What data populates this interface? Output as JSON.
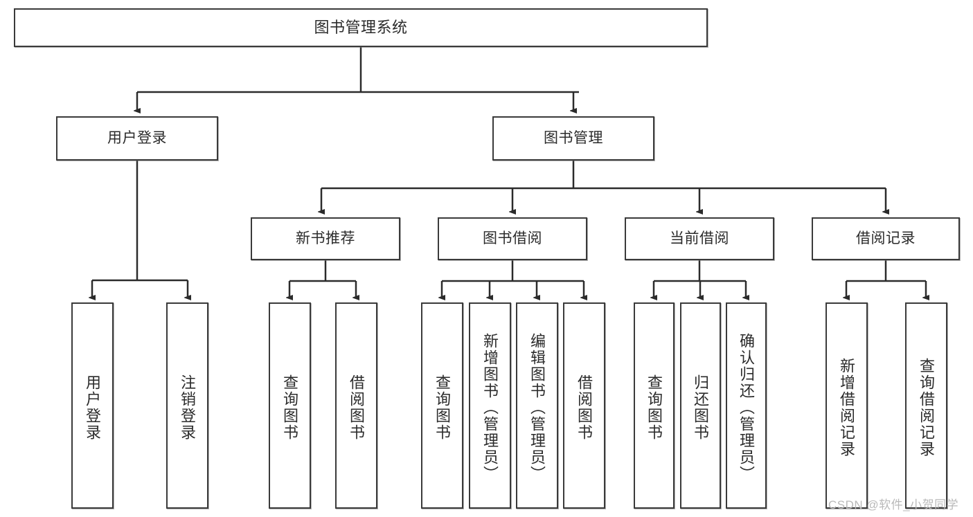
{
  "diagram": {
    "title": "图书管理系统",
    "type": "hierarchy-tree",
    "watermark": "CSDN @软件_小贺同学",
    "colors": {
      "box_border": "#3a3a3a",
      "box_fill": "#ffffff",
      "connector": "#2b2b2b",
      "text": "#2b2b2b",
      "watermark": "#b9b9b9"
    },
    "tiers": {
      "tier1": [
        {
          "id": "root",
          "label": "图书管理系统",
          "orientation": "horizontal"
        }
      ],
      "tier2": [
        {
          "id": "user-login",
          "label": "用户登录",
          "orientation": "horizontal"
        },
        {
          "id": "book-management",
          "label": "图书管理",
          "orientation": "horizontal"
        }
      ],
      "tier3": [
        {
          "id": "new-book-recommend",
          "label": "新书推荐",
          "orientation": "horizontal"
        },
        {
          "id": "book-borrow",
          "label": "图书借阅",
          "orientation": "horizontal"
        },
        {
          "id": "current-borrow",
          "label": "当前借阅",
          "orientation": "horizontal"
        },
        {
          "id": "borrow-record",
          "label": "借阅记录",
          "orientation": "horizontal"
        }
      ],
      "tier4": [
        {
          "id": "leaf-user-login",
          "label": "用户登录",
          "parent": "user-login",
          "orientation": "vertical"
        },
        {
          "id": "leaf-logout",
          "label": "注销登录",
          "parent": "user-login",
          "orientation": "vertical"
        },
        {
          "id": "leaf-query-book-1",
          "label": "查询图书",
          "parent": "new-book-recommend",
          "orientation": "vertical"
        },
        {
          "id": "leaf-borrow-book-1",
          "label": "借阅图书",
          "parent": "new-book-recommend",
          "orientation": "vertical"
        },
        {
          "id": "leaf-query-book-2",
          "label": "查询图书",
          "parent": "book-borrow",
          "orientation": "vertical"
        },
        {
          "id": "leaf-add-book",
          "label": "新增图书（管理员）",
          "parent": "book-borrow",
          "orientation": "vertical"
        },
        {
          "id": "leaf-edit-book",
          "label": "编辑图书（管理员）",
          "parent": "book-borrow",
          "orientation": "vertical"
        },
        {
          "id": "leaf-borrow-book-2",
          "label": "借阅图书",
          "parent": "book-borrow",
          "orientation": "vertical"
        },
        {
          "id": "leaf-query-book-3",
          "label": "查询图书",
          "parent": "current-borrow",
          "orientation": "vertical"
        },
        {
          "id": "leaf-return-book",
          "label": "归还图书",
          "parent": "current-borrow",
          "orientation": "vertical"
        },
        {
          "id": "leaf-confirm-return",
          "label": "确认归还（管理员）",
          "parent": "current-borrow",
          "orientation": "vertical"
        },
        {
          "id": "leaf-add-record",
          "label": "新增借阅记录",
          "parent": "borrow-record",
          "orientation": "vertical"
        },
        {
          "id": "leaf-query-record",
          "label": "查询借阅记录",
          "parent": "borrow-record",
          "orientation": "vertical"
        }
      ]
    }
  }
}
